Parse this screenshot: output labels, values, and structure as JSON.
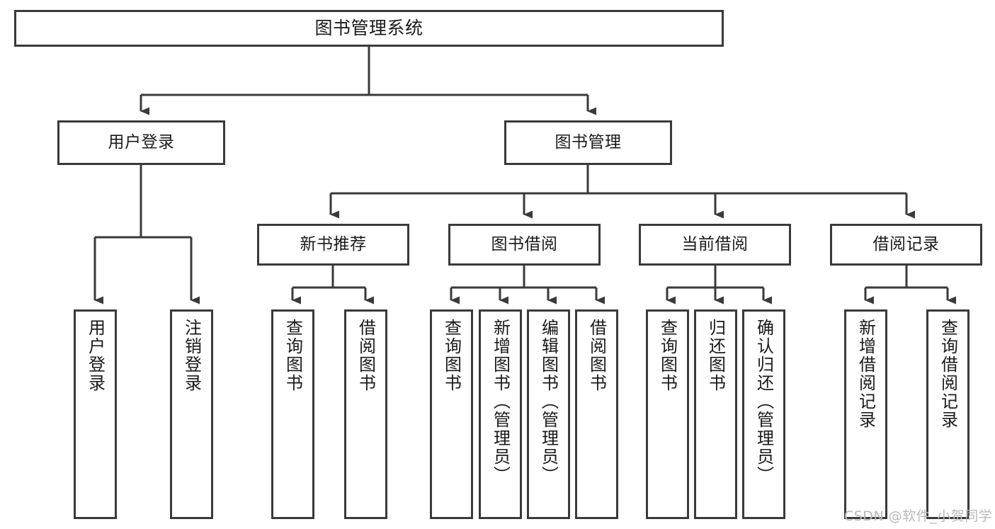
{
  "diagram": {
    "type": "tree-hierarchy-chart",
    "title": "图书管理系统",
    "root": {
      "id": "root",
      "label": "图书管理系统"
    },
    "level2": [
      {
        "id": "user-login",
        "label": "用户登录"
      },
      {
        "id": "book-manage",
        "label": "图书管理"
      }
    ],
    "level3": [
      {
        "id": "new-book-rec",
        "label": "新书推荐",
        "parent": "book-manage"
      },
      {
        "id": "book-borrow",
        "label": "图书借阅",
        "parent": "book-manage"
      },
      {
        "id": "current-borrow",
        "label": "当前借阅",
        "parent": "book-manage"
      },
      {
        "id": "borrow-record",
        "label": "借阅记录",
        "parent": "book-manage"
      }
    ],
    "leaves": [
      {
        "id": "leaf-user-login",
        "label": "用户登录",
        "parent": "user-login"
      },
      {
        "id": "leaf-user-logout",
        "label": "注销登录",
        "parent": "user-login"
      },
      {
        "id": "leaf-query-book-1",
        "label": "查询图书",
        "parent": "new-book-rec"
      },
      {
        "id": "leaf-borrow-book-1",
        "label": "借阅图书",
        "parent": "new-book-rec"
      },
      {
        "id": "leaf-query-book-2",
        "label": "查询图书",
        "parent": "book-borrow"
      },
      {
        "id": "leaf-add-book",
        "label": "新增图书（管理员）",
        "parent": "book-borrow"
      },
      {
        "id": "leaf-edit-book",
        "label": "编辑图书（管理员）",
        "parent": "book-borrow"
      },
      {
        "id": "leaf-borrow-book-2",
        "label": "借阅图书",
        "parent": "book-borrow"
      },
      {
        "id": "leaf-query-book-3",
        "label": "查询图书",
        "parent": "current-borrow"
      },
      {
        "id": "leaf-return-book",
        "label": "归还图书",
        "parent": "current-borrow"
      },
      {
        "id": "leaf-confirm-return",
        "label": "确认归还（管理员）",
        "parent": "current-borrow"
      },
      {
        "id": "leaf-add-record",
        "label": "新增借阅记录",
        "parent": "borrow-record"
      },
      {
        "id": "leaf-query-record",
        "label": "查询借阅记录",
        "parent": "borrow-record"
      }
    ],
    "colors": {
      "stroke": "#3a3a3a",
      "fill": "#ffffff",
      "text": "#1a1a1a",
      "watermark": "#b9b9b9"
    }
  },
  "watermark": {
    "text": "CSDN @软件_小贺同学"
  }
}
